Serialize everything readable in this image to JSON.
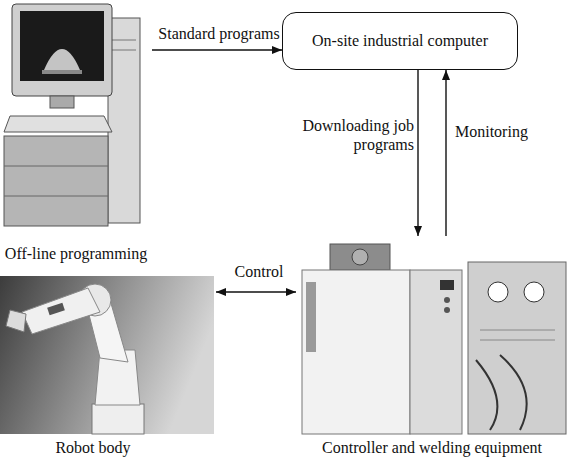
{
  "diagram": {
    "nodes": [
      {
        "text": [
          "Off-line programming"
        ]
      },
      {
        "text": [
          "On-site industrial computer"
        ]
      },
      {
        "text": [
          "Robot body"
        ]
      },
      {
        "text": [
          "Controller and welding equipment"
        ]
      }
    ],
    "edges": [
      {
        "from": 0,
        "to": 1,
        "arrow": "to",
        "label": "Standard programs"
      },
      {
        "from": 1,
        "to": 3,
        "arrow": "to",
        "label": "Downloading job programs"
      },
      {
        "from": 3,
        "to": 1,
        "arrow": "to",
        "label": "Monitoring"
      },
      {
        "from": 2,
        "to": 3,
        "arrow": "both",
        "label": "Control"
      }
    ]
  }
}
